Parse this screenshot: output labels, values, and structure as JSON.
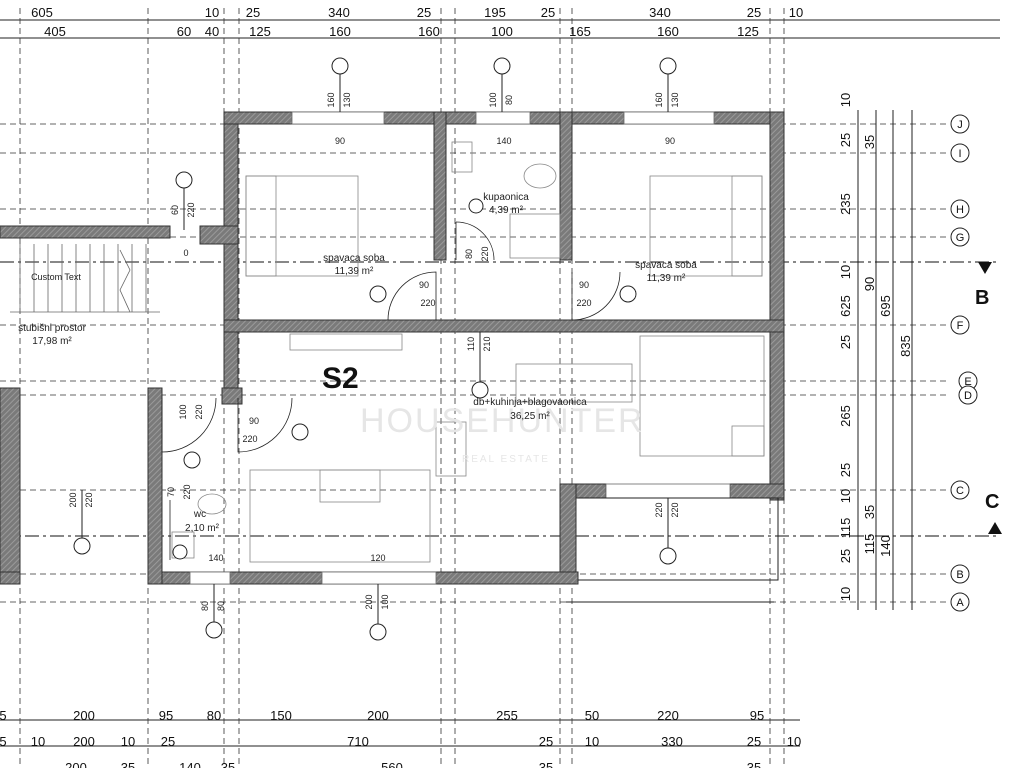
{
  "unit": "S2",
  "rooms": [
    {
      "name": "spavaca soba",
      "area": "11,39 m²"
    },
    {
      "name": "kupaonica",
      "area": "4,39 m²"
    },
    {
      "name": "spavaca soba",
      "area": "11,39 m²"
    },
    {
      "name": "stubišni prostor",
      "area": "17,98 m²"
    },
    {
      "name": "db+kuhinja+blagovaonica",
      "area": "36,25 m²"
    },
    {
      "name": "wc",
      "area": "2,10 m²"
    }
  ],
  "stair_label": "Custom Text",
  "watermark": {
    "main": "HOUSEHUNTER",
    "sub": "REAL ESTATE"
  },
  "grid_axes": [
    "J",
    "I",
    "H",
    "G",
    "F",
    "E",
    "D",
    "C",
    "B",
    "A"
  ],
  "sections": {
    "b": "B",
    "c": "C"
  },
  "dims_top_row1": [
    "605",
    "10",
    "25",
    "340",
    "25",
    "195",
    "25",
    "340",
    "25",
    "10"
  ],
  "dims_top_row2": [
    "405",
    "60",
    "40",
    "125",
    "160",
    "160",
    "100",
    "165",
    "160",
    "125"
  ],
  "dims_bottom_row1": [
    "5",
    "200",
    "95",
    "80",
    "150",
    "200",
    "255",
    "50",
    "220",
    "95"
  ],
  "dims_bottom_row2": [
    "5",
    "10",
    "200",
    "10",
    "25",
    "710",
    "25",
    "10",
    "330",
    "25",
    "10"
  ],
  "dims_bottom_row3": [
    "200",
    "35",
    "140",
    "35",
    "560",
    "35",
    "35"
  ],
  "dims_right_col1": [
    "10",
    "25",
    "235",
    "10",
    "625",
    "25",
    "265",
    "25",
    "10",
    "115",
    "25",
    "10"
  ],
  "dims_right_col2": [
    "35",
    "90",
    "35",
    "115"
  ],
  "dims_right_col3": [
    "695",
    "140"
  ],
  "dims_right_col4": [
    "835"
  ],
  "openings": [
    {
      "w": "160",
      "h": "130"
    },
    {
      "w": "100",
      "h": "80"
    },
    {
      "w": "160",
      "h": "130"
    },
    {
      "w": "60",
      "h": "220"
    },
    {
      "w": "80",
      "h": "220"
    },
    {
      "w": "110",
      "h": "210"
    },
    {
      "w": "100",
      "h": "220"
    },
    {
      "w": "200",
      "h": "220"
    },
    {
      "w": "70",
      "h": "220"
    },
    {
      "w": "220",
      "h": "220"
    },
    {
      "w": "80",
      "h": "80"
    },
    {
      "w": "200",
      "h": "100"
    }
  ],
  "door_labels": [
    {
      "w": "90",
      "h": "220"
    },
    {
      "w": "90",
      "h": "220"
    },
    {
      "w": "90",
      "h": "220"
    }
  ],
  "wall_widths": [
    "90",
    "140",
    "90",
    "120",
    "140",
    "0"
  ]
}
